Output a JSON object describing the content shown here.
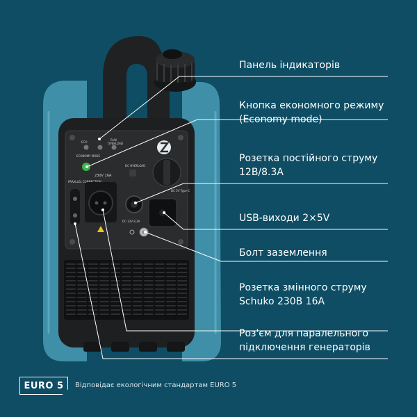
{
  "callouts": [
    {
      "lines": [
        "Панель індикаторів"
      ]
    },
    {
      "lines": [
        "Кнопка економного режиму",
        "(Economy mode)"
      ]
    },
    {
      "lines": [
        "Розетка постійного струму",
        "12В/8.3А"
      ]
    },
    {
      "lines": [
        "USB-виходи 2×5V"
      ]
    },
    {
      "lines": [
        "Болт заземлення"
      ]
    },
    {
      "lines": [
        "Розетка змінного струму",
        "Schuko 230В 16А"
      ]
    },
    {
      "lines": [
        "Роз'єм для паралельного",
        "підключення генераторів"
      ]
    }
  ],
  "footer": {
    "badge": "EURO 5",
    "note": "Відповідає екологічним стандартам EURO 5"
  },
  "panel_labels": {
    "eco": "ECO",
    "run": "RUN",
    "overload": "OVERLOAD",
    "economy_mode": "ECONOMY MODE",
    "dc_overload": "DC OVERLOAD",
    "parallel": "PARALLEL CONNECTION",
    "ac_rating": "230V 16A",
    "dc_rating": "DC 12V 8.3A",
    "usb_rating": "DC 5V Type-C"
  },
  "colors": {
    "background": "#0e4d64",
    "body_teal": "#3f8fa8",
    "body_dark": "#1d1f21",
    "panel": "#2a2c2e",
    "eco_button": "#3bb54a"
  }
}
